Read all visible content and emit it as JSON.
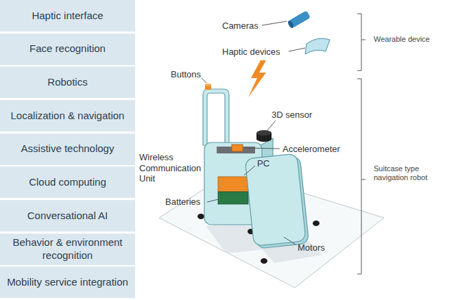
{
  "diagram": {
    "nodes": [
      {
        "text": [
          "Haptic interface"
        ]
      },
      {
        "text": [
          "Face recognition"
        ]
      },
      {
        "text": [
          "Robotics"
        ]
      },
      {
        "text": [
          "Localization & navigation"
        ]
      },
      {
        "text": [
          "Assistive technology"
        ]
      },
      {
        "text": [
          "Cloud computing"
        ]
      },
      {
        "text": [
          "Conversational AI"
        ]
      },
      {
        "text": [
          "Behavior & environment recognition"
        ]
      },
      {
        "text": [
          "Mobility service integration"
        ]
      }
    ],
    "labels": [
      "Cameras",
      "Haptic devices",
      "Wearable device",
      "Buttons",
      "3D sensor",
      "Accelerometer",
      "Wireless Communication Unit",
      "PC",
      "Batteries",
      "Suitcase type navigation robot",
      "Motors"
    ]
  }
}
